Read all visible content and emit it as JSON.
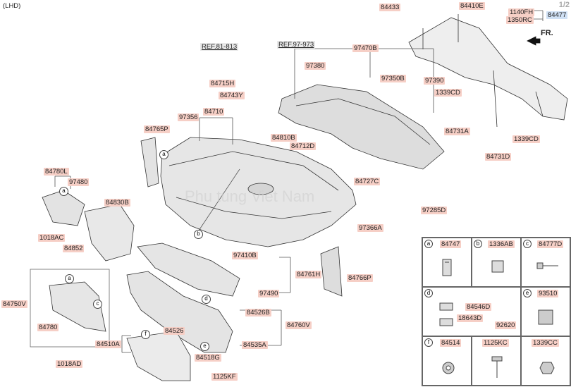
{
  "header": {
    "orientation": "(LHD)",
    "page_indicator": "1/2",
    "forward_label": "FR."
  },
  "refs": {
    "ref1": "REF.81-813",
    "ref2": "REF.97-973"
  },
  "parts": {
    "p84433": "84433",
    "p84410E": "84410E",
    "p1140FH": "1140FH",
    "p1350RC": "1350RC",
    "p84477": "84477",
    "p97470B": "97470B",
    "p97380": "97380",
    "p97350B": "97350B",
    "p97390": "97390",
    "p1339CD_a": "1339CD",
    "p84731A": "84731A",
    "p1339CD_b": "1339CD",
    "p84731D": "84731D",
    "p84715H": "84715H",
    "p84743Y": "84743Y",
    "p97356": "97356",
    "p84710": "84710",
    "p84765P": "84765P",
    "p84810B": "84810B",
    "p84712D": "84712D",
    "p84727C": "84727C",
    "p84780L": "84780L",
    "p97480": "97480",
    "p84830B": "84830B",
    "p97285D": "97285D",
    "p1018AC": "1018AC",
    "p84852": "84852",
    "p97366A": "97366A",
    "p97410B": "97410B",
    "p84761H": "84761H",
    "p84766P": "84766P",
    "p97490": "97490",
    "p84750V": "84750V",
    "p84526B": "84526B",
    "p84760V": "84760V",
    "p84780": "84780",
    "p84526": "84526",
    "p84535A": "84535A",
    "p84510A": "84510A",
    "p84518G": "84518G",
    "p1125KF": "1125KF",
    "p1018AD": "1018AD"
  },
  "legend": {
    "cells": [
      {
        "letter": "a",
        "part": "84747"
      },
      {
        "letter": "b",
        "part": "1336AB"
      },
      {
        "letter": "c",
        "part": "84777D"
      },
      {
        "letter": "d",
        "part": ""
      },
      {
        "letter": "e",
        "part": "93510"
      },
      {
        "letter": "f",
        "part": "84514"
      },
      {
        "letter": "",
        "part": "1125KC"
      },
      {
        "letter": "",
        "part": "1339CC"
      }
    ],
    "d_parts": {
      "a": "84546D",
      "b": "18643D",
      "c": "92620"
    }
  },
  "callouts": [
    "a",
    "a",
    "b",
    "c",
    "a",
    "d",
    "e",
    "f"
  ],
  "watermark": "Phu tung Viet Nam"
}
